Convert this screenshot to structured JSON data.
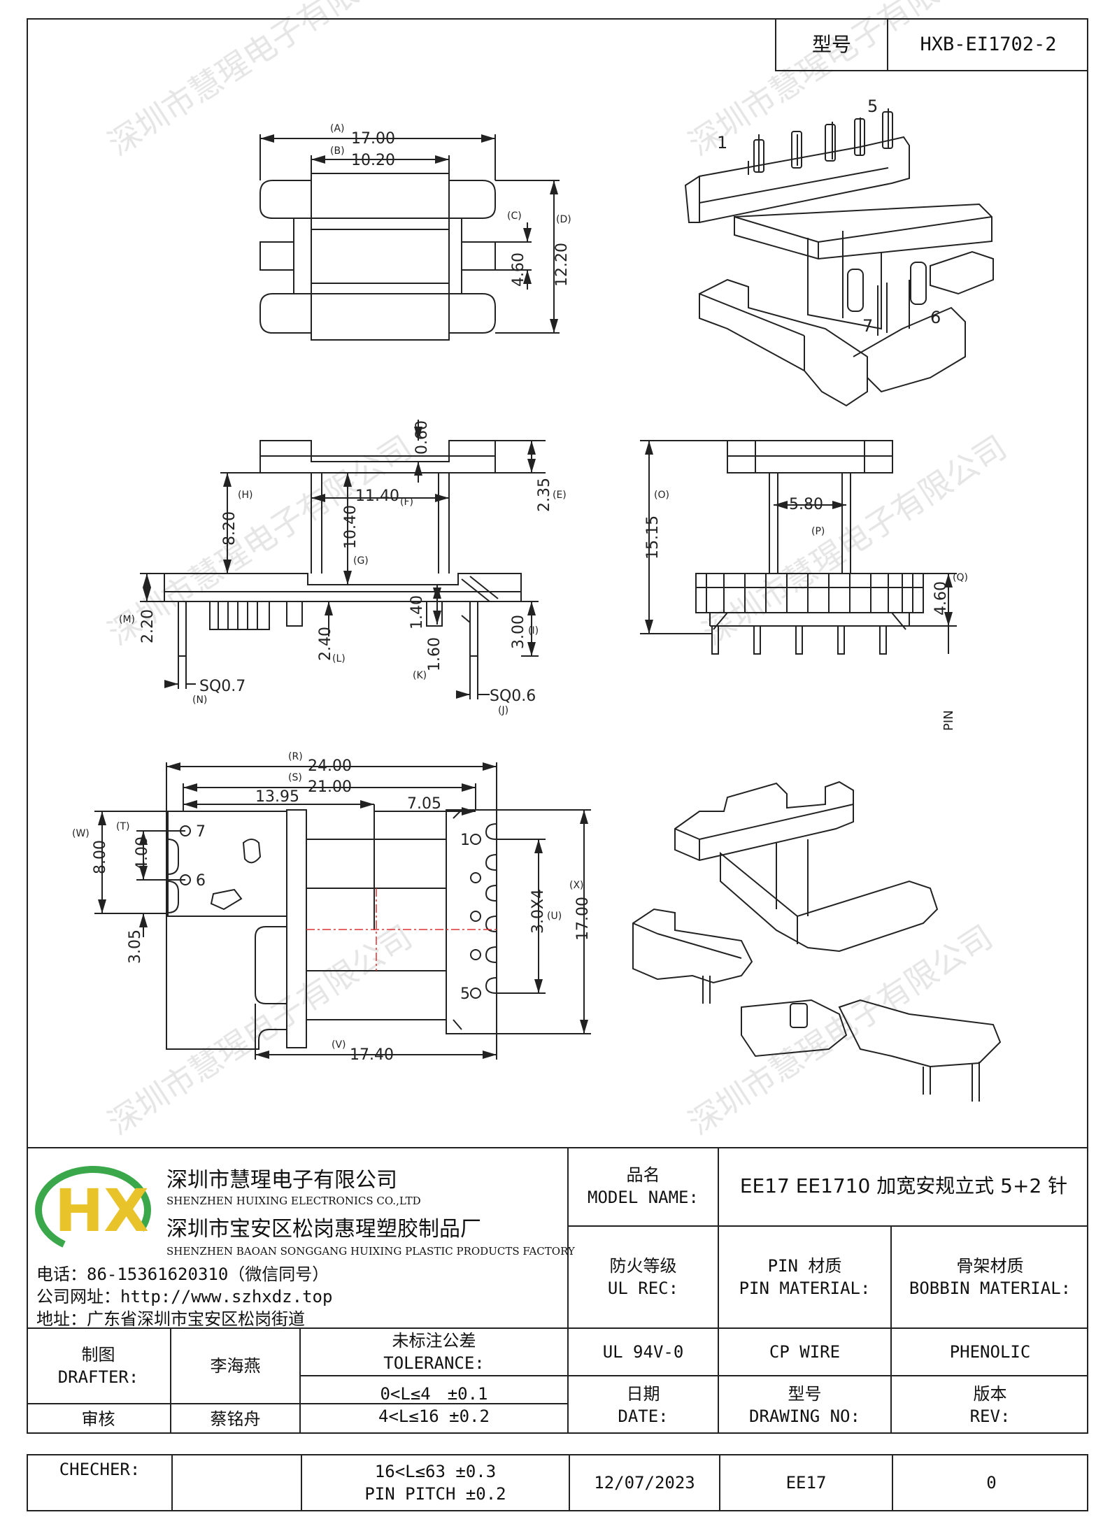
{
  "header": {
    "type_label": "型号",
    "type_value": "HXB-EI1702-2"
  },
  "watermark": "深圳市慧瑆电子有限公司",
  "views": {
    "top": {
      "A": "(A)",
      "A_val": "17.00",
      "B": "(B)",
      "B_val": "10.20",
      "C": "(C)",
      "C_val": "4.60",
      "D": "(D)",
      "D_val": "12.20"
    },
    "iso_top": {
      "pin1": "1",
      "pin5": "5",
      "pin7": "7",
      "pin6": "6"
    },
    "front": {
      "E": "(E)",
      "E_val": "2.35",
      "val060": "0.60",
      "H": "(H)",
      "H_val": "8.20",
      "F": "(F)",
      "F_val": "11.40",
      "G": "(G)",
      "G_val": "10.40",
      "M": "(M)",
      "M_val": "2.20",
      "L": "(L)",
      "L_val": "2.40",
      "val140": "1.40",
      "K": "(K)",
      "K_val": "1.60",
      "I": "(I)",
      "I_val": "3.00",
      "N": "(N)",
      "N_val": "SQ0.7",
      "J": "(J)",
      "J_val": "SQ0.6"
    },
    "side": {
      "O": "(O)",
      "O_val": "15.15",
      "P": "(P)",
      "P_val": "5.80",
      "Q": "(Q)",
      "Q_val": "4.60",
      "pin_note": "PIN"
    },
    "bottom_view": {
      "R": "(R)",
      "R_val": "24.00",
      "S": "(S)",
      "S_val": "21.00",
      "val1395": "13.95",
      "val705": "7.05",
      "W": "(W)",
      "W_val": "8.00",
      "T": "(T)",
      "T_val": "4.00",
      "val305": "3.05",
      "U": "(U)",
      "U_val": "3.0X4",
      "X": "(X)",
      "X_val": "17.00",
      "V": "(V)",
      "V_val": "17.40",
      "pin7": "7",
      "pin6": "6",
      "pin1": "1",
      "pin5": "5"
    }
  },
  "title_block": {
    "company_cn": "深圳市慧瑆电子有限公司",
    "company_en": "SHENZHEN HUIXING ELECTRONICS CO.,LTD",
    "factory_cn": "深圳市宝安区松岗惠瑆塑胶制品厂",
    "factory_en": "SHENZHEN BAOAN SONGGANG HUIXING PLASTIC PRODUCTS FACTORY",
    "phone": "电话：86-15361620310（微信同号）",
    "website": "公司网址：http://www.szhxdz.top",
    "address": "地址：广东省深圳市宝安区松岗街道",
    "model_name_cn": "品名",
    "model_name_en": "MODEL NAME:",
    "model_name_value": "EE17 EE1710 加宽安规立式 5+2 针",
    "ul_cn": "防火等级",
    "ul_en": "UL REC:",
    "pin_mat_cn": "PIN 材质",
    "pin_mat_en": "PIN MATERIAL:",
    "bobbin_mat_cn": "骨架材质",
    "bobbin_mat_en": "BOBBIN MATERIAL:",
    "drafter_cn": "制图",
    "drafter_en": "DRAFTER:",
    "drafter_name": "李海燕",
    "tolerance_cn": "未标注公差",
    "tolerance_en": "TOLERANCE:",
    "tol1": "0<L≤4　±0.1",
    "tol2": "4<L≤16 ±0.2",
    "tol3": "16<L≤63 ±0.3",
    "tol4": "PIN PITCH ±0.2",
    "ul_value": "UL 94V-0",
    "pin_mat_value": "CP WIRE",
    "bobbin_mat_value": "PHENOLIC",
    "reviewer_cn": "审核",
    "reviewer_name": "蔡铭舟",
    "date_cn": "日期",
    "date_en": "DATE:",
    "drawing_no_cn": "型号",
    "drawing_no_en": "DRAWING NO:",
    "rev_cn": "版本",
    "rev_en": "REV:",
    "checker_en": "CHECHER:",
    "date_value": "12/07/2023",
    "drawing_no_value": "EE17",
    "rev_value": "0",
    "logo_text": "HX"
  }
}
